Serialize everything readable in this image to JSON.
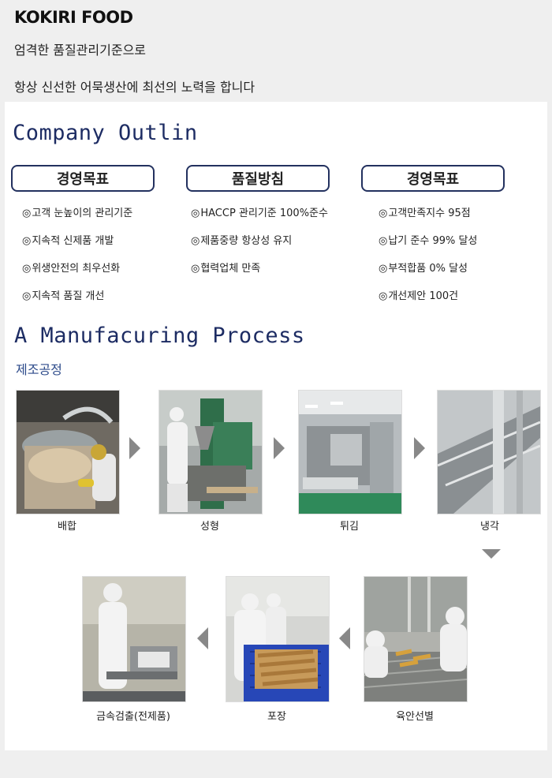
{
  "header": {
    "brand": "KOKIRI FOOD",
    "tagline_1": "엄격한 품질관리기준으로",
    "tagline_2": "항상 신선한 어묵생산에 최선의 노력을 합니다"
  },
  "outline": {
    "title": "Company Outlin",
    "columns": [
      {
        "heading": "경영목표",
        "items": [
          "고객 눈높이의 관리기준",
          "지속적 신제품 개발",
          "위생안전의 최우선화",
          "지속적 품질 개선"
        ]
      },
      {
        "heading": "품질방침",
        "items": [
          "HACCP 관리기준 100%준수",
          "제품중량 항상성 유지",
          "협력업체 만족"
        ]
      },
      {
        "heading": "경영목표",
        "items": [
          "고객만족지수 95점",
          "납기 준수 99% 달성",
          "부적합품 0% 달성",
          "개선제안 100건"
        ]
      }
    ]
  },
  "process": {
    "title": "A Manufacuring Process",
    "subtitle": "제조공정",
    "steps": [
      "배합",
      "성형",
      "튀김",
      "냉각",
      "육안선별",
      "포장",
      "금속검출(전제품)"
    ]
  },
  "bullet_mark": "◎"
}
